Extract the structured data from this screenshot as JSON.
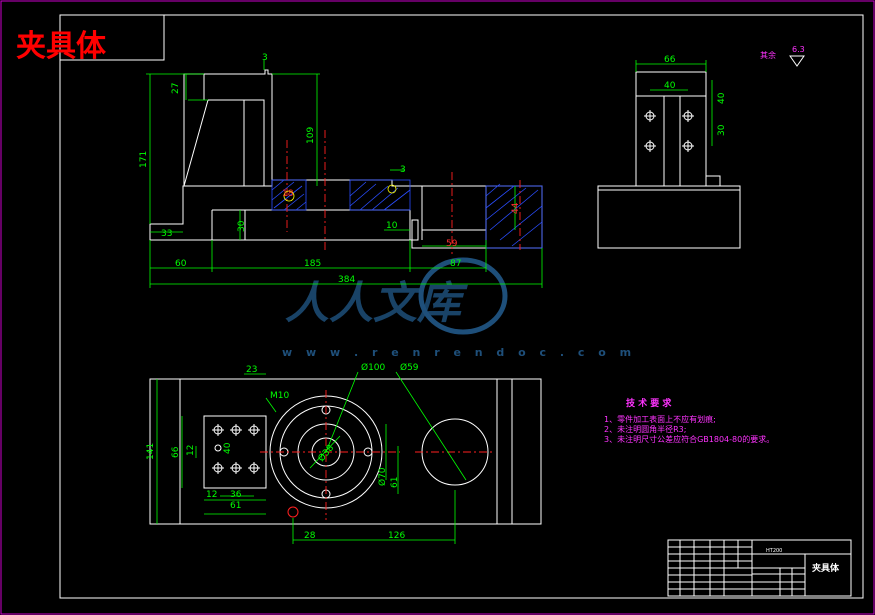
{
  "drawing": {
    "title": "夹具体",
    "surface_finish_note": "其余",
    "surface_finish_value": "6.3"
  },
  "front_view_dims": {
    "d3_top": "3",
    "d27": "27",
    "d171": "171",
    "d109": "109",
    "d3_mid": "3",
    "d18": "18",
    "d10": "10",
    "d59": "59",
    "d44": "44",
    "d30": "30",
    "d33": "33",
    "d60": "60",
    "d185": "185",
    "d87": "87",
    "d384": "384"
  },
  "side_view_dims": {
    "d66": "66",
    "d40_w": "40",
    "d40_h": "40",
    "d30": "30"
  },
  "top_view_dims": {
    "d23": "23",
    "m10": "M10",
    "phi100": "Ø100",
    "phi59": "Ø59",
    "d141": "141",
    "d66": "66",
    "d12_v": "12",
    "d40": "40",
    "d12_h": "12",
    "d36": "36",
    "d61": "61",
    "phi70": "Ø70",
    "d61_v": "61",
    "phi38": "Ø38",
    "d28": "28",
    "d126": "126"
  },
  "technical_requirements": {
    "heading": "技 术 要 求",
    "items": [
      "1、零件加工表面上不应有划痕;",
      "2、未注明圆角半径R3;",
      "3、未注明尺寸公差应符合GB1804-80的要求。"
    ]
  },
  "title_block": {
    "part_name": "夹具体",
    "material": "HT200"
  },
  "watermark": {
    "text": "人人文库",
    "url": "w w w . r e n r e n d o c . c o m"
  }
}
